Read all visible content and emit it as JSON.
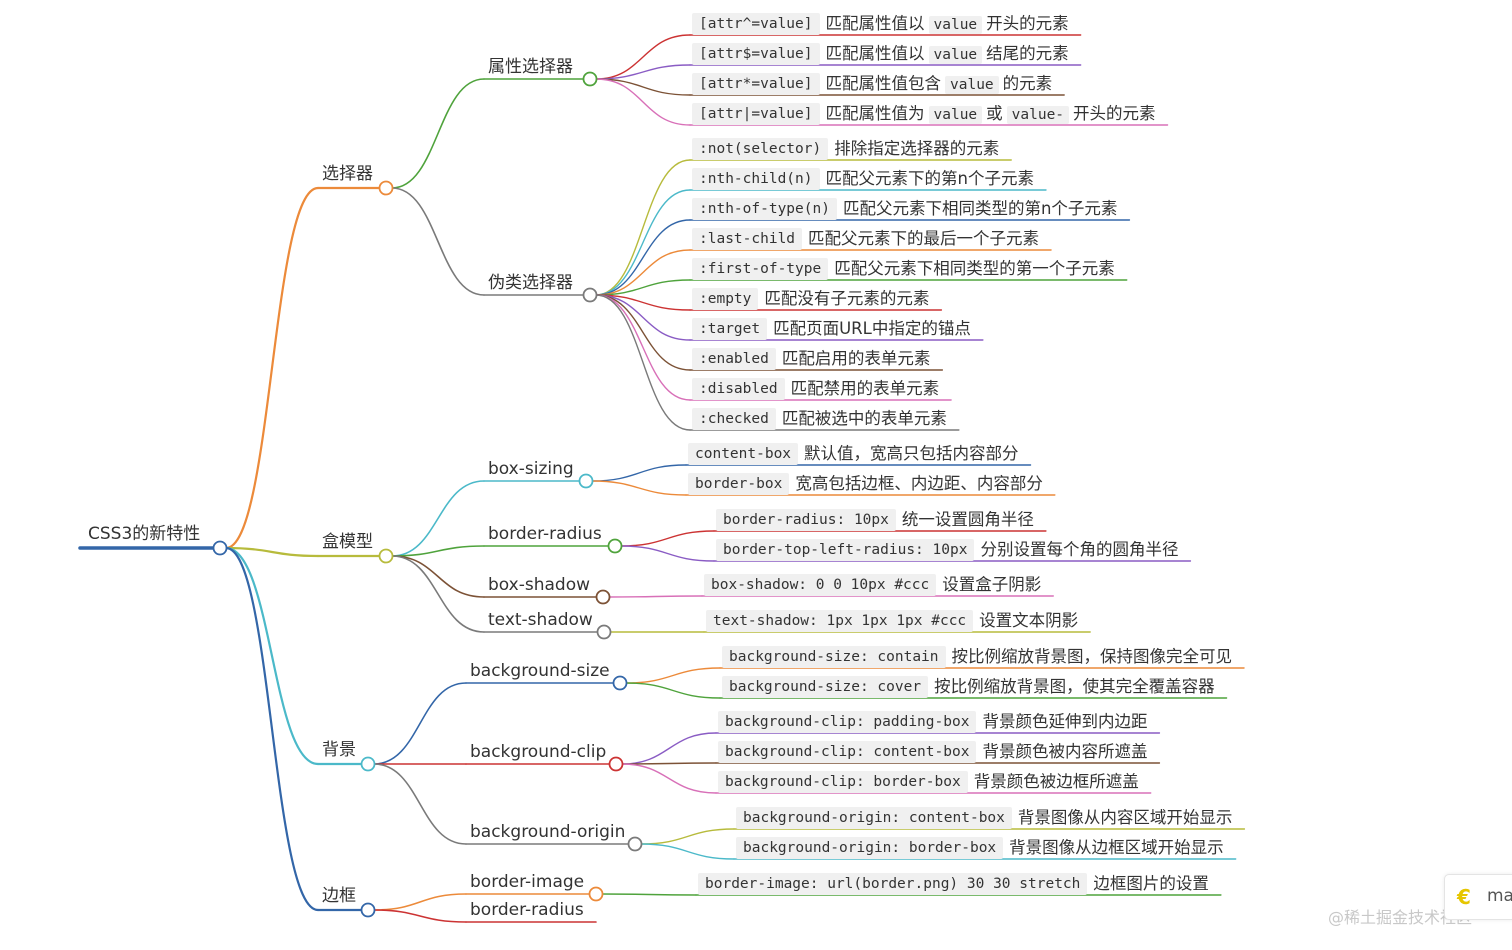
{
  "colors": {
    "blue": "#3366a8",
    "orange": "#ec8a3a",
    "green": "#4fa33c",
    "gray": "#7a7a7a",
    "olive": "#b7bb3c",
    "cyan": "#4bb9c9",
    "red": "#cc3333",
    "purple": "#8a5cc4",
    "brown": "#7c5236",
    "pink": "#d870b8",
    "teal": "#3daf9c",
    "ltgreen": "#a8c84a"
  },
  "root": {
    "label": "CSS3的新特性"
  },
  "branches": [
    {
      "key": "selector",
      "label": "选择器",
      "subs": [
        {
          "key": "attr",
          "label": "属性选择器",
          "items": [
            {
              "code": "[attr^=value]",
              "desc": [
                "匹配属性值以",
                "value",
                "开头的元素"
              ]
            },
            {
              "code": "[attr$=value]",
              "desc": [
                "匹配属性值以",
                "value",
                "结尾的元素"
              ]
            },
            {
              "code": "[attr*=value]",
              "desc": [
                "匹配属性值包含",
                "value",
                "的元素"
              ]
            },
            {
              "code": "[attr|=value]",
              "desc": [
                "匹配属性值为",
                "value",
                "或",
                "value-",
                "开头的元素"
              ]
            }
          ]
        },
        {
          "key": "pseudo",
          "label": "伪类选择器",
          "items": [
            {
              "code": ":not(selector)",
              "desc": [
                "排除指定选择器的元素"
              ]
            },
            {
              "code": ":nth-child(n)",
              "desc": [
                "匹配父元素下的第n个子元素"
              ]
            },
            {
              "code": ":nth-of-type(n)",
              "desc": [
                "匹配父元素下相同类型的第n个子元素"
              ]
            },
            {
              "code": ":last-child",
              "desc": [
                "匹配父元素下的最后一个子元素"
              ]
            },
            {
              "code": ":first-of-type",
              "desc": [
                "匹配父元素下相同类型的第一个子元素"
              ]
            },
            {
              "code": ":empty",
              "desc": [
                "匹配没有子元素的元素"
              ]
            },
            {
              "code": ":target",
              "desc": [
                "匹配页面URL中指定的锚点"
              ]
            },
            {
              "code": ":enabled",
              "desc": [
                "匹配启用的表单元素"
              ]
            },
            {
              "code": ":disabled",
              "desc": [
                "匹配禁用的表单元素"
              ]
            },
            {
              "code": ":checked",
              "desc": [
                "匹配被选中的表单元素"
              ]
            }
          ]
        }
      ]
    },
    {
      "key": "box",
      "label": "盒模型",
      "subs": [
        {
          "key": "boxsizing",
          "label": "box-sizing",
          "items": [
            {
              "code": "content-box",
              "desc": [
                "默认值，宽高只包括内容部分"
              ]
            },
            {
              "code": "border-box",
              "desc": [
                "宽高包括边框、内边距、内容部分"
              ]
            }
          ]
        },
        {
          "key": "borderradius",
          "label": "border-radius",
          "items": [
            {
              "code": "border-radius: 10px",
              "desc": [
                "统一设置圆角半径"
              ]
            },
            {
              "code": "border-top-left-radius: 10px",
              "desc": [
                "分别设置每个角的圆角半径"
              ]
            }
          ]
        },
        {
          "key": "boxshadow",
          "label": "box-shadow",
          "items": [
            {
              "code": "box-shadow: 0 0 10px #ccc",
              "desc": [
                "设置盒子阴影"
              ]
            }
          ]
        },
        {
          "key": "textshadow",
          "label": "text-shadow",
          "items": [
            {
              "code": "text-shadow: 1px 1px 1px #ccc",
              "desc": [
                "设置文本阴影"
              ]
            }
          ]
        }
      ]
    },
    {
      "key": "bg",
      "label": "背景",
      "subs": [
        {
          "key": "bgsize",
          "label": "background-size",
          "items": [
            {
              "code": "background-size: contain",
              "desc": [
                "按比例缩放背景图，保持图像完全可见"
              ]
            },
            {
              "code": "background-size: cover",
              "desc": [
                "按比例缩放背景图，使其完全覆盖容器"
              ]
            }
          ]
        },
        {
          "key": "bgclip",
          "label": "background-clip",
          "items": [
            {
              "code": "background-clip: padding-box",
              "desc": [
                "背景颜色延伸到内边距"
              ]
            },
            {
              "code": "background-clip: content-box",
              "desc": [
                "背景颜色被内容所遮盖"
              ]
            },
            {
              "code": "background-clip: border-box",
              "desc": [
                "背景颜色被边框所遮盖"
              ]
            }
          ]
        },
        {
          "key": "bgorigin",
          "label": "background-origin",
          "items": [
            {
              "code": "background-origin: content-box",
              "desc": [
                "背景图像从内容区域开始显示"
              ]
            },
            {
              "code": "background-origin: border-box",
              "desc": [
                "背景图像从边框区域开始显示"
              ]
            }
          ]
        }
      ]
    },
    {
      "key": "border",
      "label": "边框",
      "subs": [
        {
          "key": "borderimage",
          "label": "border-image",
          "items": [
            {
              "code": "border-image: url(border.png) 30 30 stretch",
              "desc": [
                "边框图片的设置"
              ]
            }
          ]
        },
        {
          "key": "borderradius2",
          "label": "border-radius",
          "items": []
        }
      ]
    }
  ],
  "watermark": "@稀土掘金技术社区",
  "mini_panel": {
    "text": "ma"
  }
}
